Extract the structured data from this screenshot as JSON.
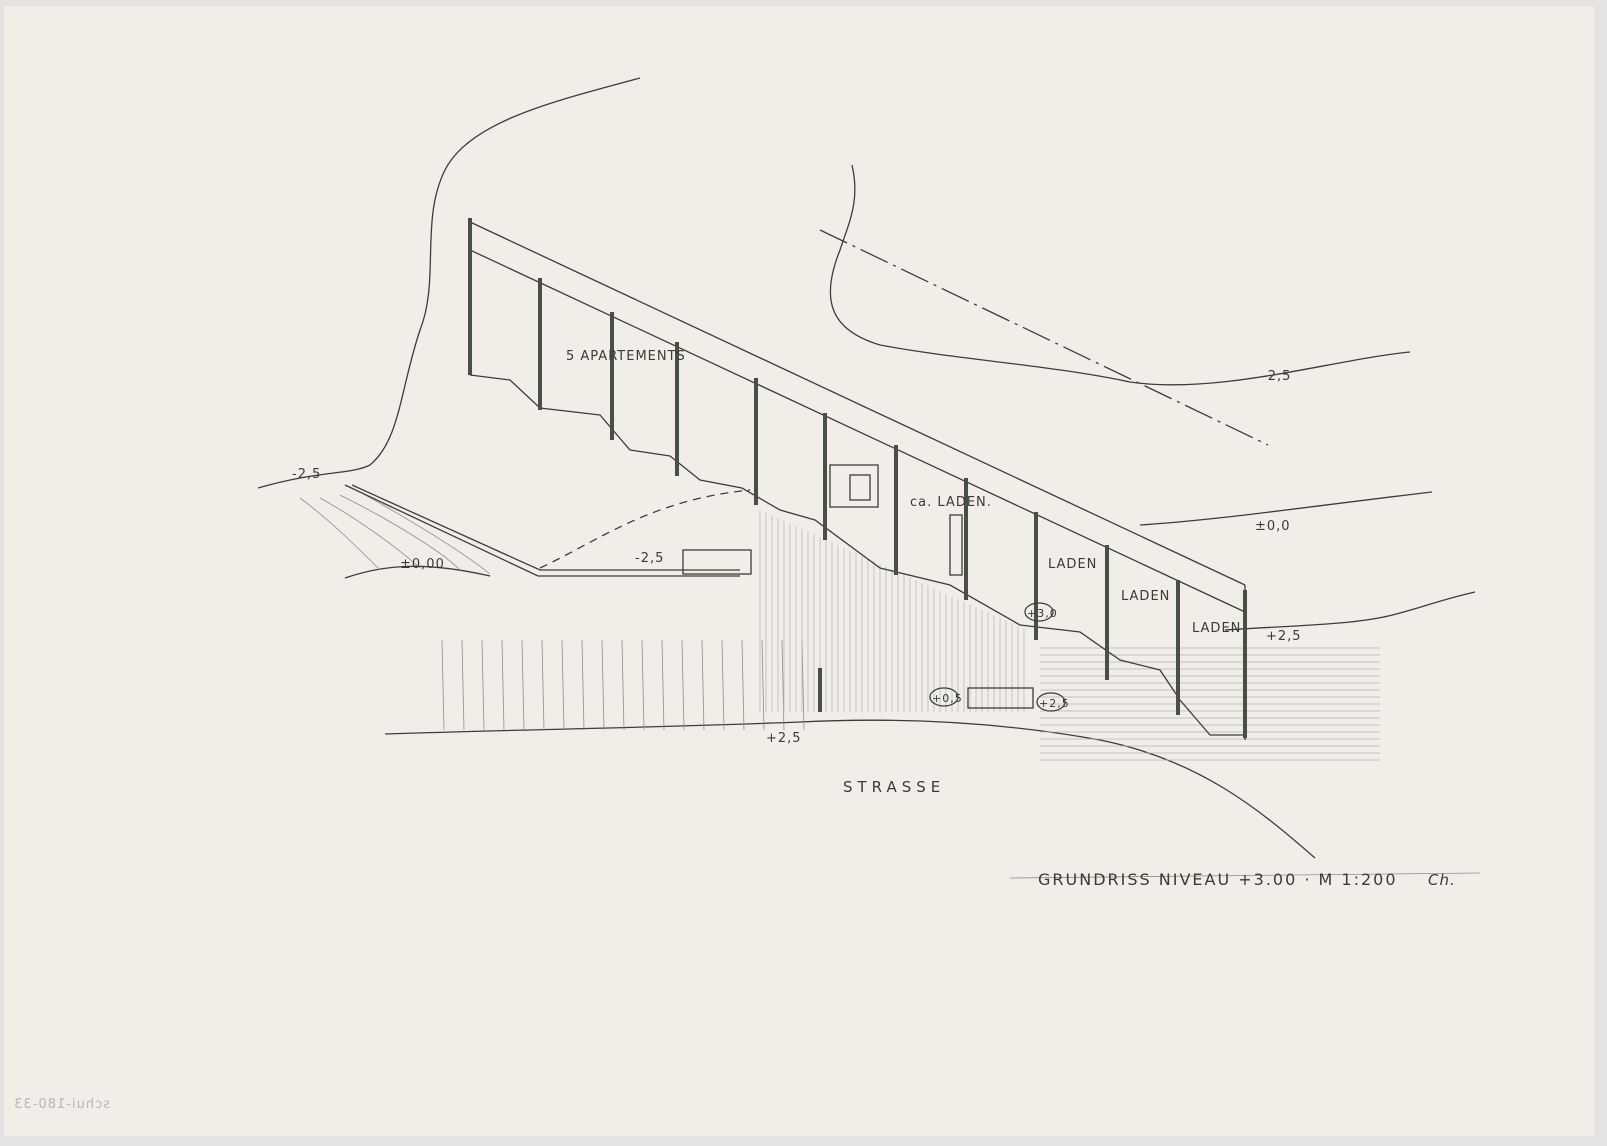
{
  "drawing": {
    "title": "GRUNDRISS NIVEAU +3.00 · M 1:200",
    "signature": "Ch.",
    "archive_number": "schui-180-33",
    "street_label": "STRASSE",
    "rooms": {
      "apartments": "5 APARTEMENTS",
      "ca_laden": "ca. LADEN.",
      "laden_1": "LADEN",
      "laden_2": "LADEN",
      "laden_3": "LADEN"
    },
    "levels": {
      "left_top": "-2,5",
      "left_bottom": "±0,00",
      "entry": "-2,5",
      "right_top": "-2,5",
      "right_middle": "±0,0",
      "right_bottom": "+2,5",
      "shop_level": "+3,0",
      "ramp_low": "+0,5",
      "ramp_high": "+2,5",
      "street": "+2,5"
    }
  }
}
